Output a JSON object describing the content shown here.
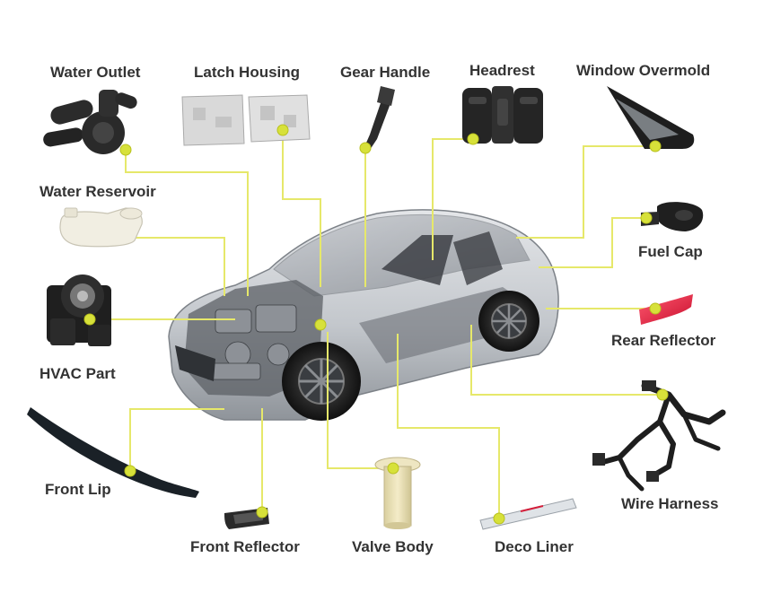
{
  "colors": {
    "leader": "#e6e86a",
    "dot": "#d7e13a",
    "text": "#333333",
    "car_body": "#c9cdd2",
    "dark_part": "#2a2a2a",
    "rear_reflector": "#e3143a",
    "valve_body": "#e9dfb3",
    "water_reservoir": "#f1eee2",
    "latch_housing": "#d9d9d9"
  },
  "parts": [
    {
      "id": "water-outlet",
      "label": "Water Outlet",
      "icon": "water-outlet-icon"
    },
    {
      "id": "latch-housing",
      "label": "Latch Housing",
      "icon": "latch-housing-icon"
    },
    {
      "id": "gear-handle",
      "label": "Gear Handle",
      "icon": "gear-handle-icon"
    },
    {
      "id": "headrest",
      "label": "Headrest",
      "icon": "headrest-icon"
    },
    {
      "id": "window-overmold",
      "label": "Window Overmold",
      "icon": "window-overmold-icon"
    },
    {
      "id": "water-reservoir",
      "label": "Water Reservoir",
      "icon": "water-reservoir-icon"
    },
    {
      "id": "fuel-cap",
      "label": "Fuel Cap",
      "icon": "fuel-cap-icon"
    },
    {
      "id": "hvac-part",
      "label": "HVAC Part",
      "icon": "hvac-part-icon"
    },
    {
      "id": "rear-reflector",
      "label": "Rear Reflector",
      "icon": "rear-reflector-icon"
    },
    {
      "id": "front-lip",
      "label": "Front Lip",
      "icon": "front-lip-icon"
    },
    {
      "id": "wire-harness",
      "label": "Wire Harness",
      "icon": "wire-harness-icon"
    },
    {
      "id": "front-reflector",
      "label": "Front Reflector",
      "icon": "front-reflector-icon"
    },
    {
      "id": "valve-body",
      "label": "Valve Body",
      "icon": "valve-body-icon"
    },
    {
      "id": "deco-liner",
      "label": "Deco Liner",
      "icon": "deco-liner-icon"
    }
  ],
  "car": {
    "icon": "cutaway-sedan-icon"
  }
}
